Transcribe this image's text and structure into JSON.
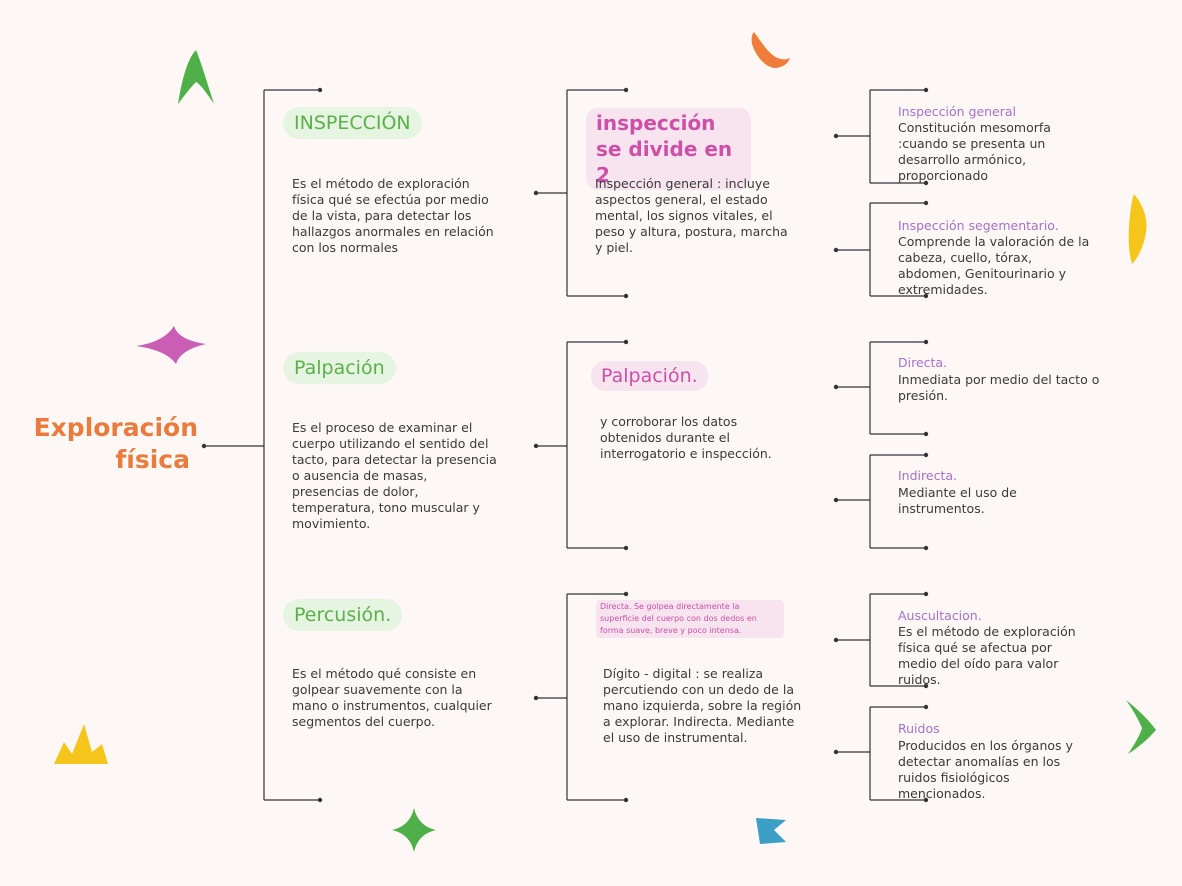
{
  "main_topic": {
    "line1": "Exploración",
    "line2": "física"
  },
  "branches": [
    {
      "label": "INSPECCIÓN",
      "description": "Es el método de exploración física qué se efectúa por medio de la vista, para detectar los hallazgos anormales en relación con los normales",
      "sub_heading": "inspección se divide en 2",
      "sub_text": "Inspección general : incluye aspectos general, el estado mental, los signos vitales, el peso y altura, postura, marcha y piel.",
      "leaves": [
        {
          "title": "Inspección general",
          "text": "Constitución mesomorfa :cuando se presenta un desarrollo armónico, proporcionado"
        },
        {
          "title": "Inspección segementario.",
          "text": "Comprende la valoración de la cabeza, cuello, tórax, abdomen, Genitourinario y extremidades."
        }
      ]
    },
    {
      "label": "Palpación",
      "description": "Es el proceso de examinar el cuerpo utilizando el sentido del tacto, para detectar la presencia o ausencia de masas, presencias de dolor, temperatura, tono muscular y movimiento.",
      "sub_heading": "Palpación.",
      "sub_text": "y corroborar los datos obtenidos durante el interrogatorio e inspección.",
      "leaves": [
        {
          "title": "Directa.",
          "text": "Inmediata por medio del tacto o presión."
        },
        {
          "title": "Indirecta.",
          "text": "Mediante el uso de instrumentos."
        }
      ]
    },
    {
      "label": "Percusión.",
      "description": "Es el método qué consiste en golpear suavemente con la mano o instrumentos, cualquier segmentos del cuerpo.",
      "sub_note": "Directa. Se golpea directamente la superficie del cuerpo con dos dedos en forma suave, breve y poco intensa.",
      "sub_text": "Dígito - digital : se realiza percutiendo con un dedo de la mano izquierda, sobre la región a explorar. Indirecta. Mediante el uso de instrumental.",
      "leaves": [
        {
          "title": "Auscultacion.",
          "text": "Es el método de exploración física qué se afectua por medio del oído para valor ruidos."
        },
        {
          "title": "Ruidos",
          "text": "Producidos en los órganos y detectar anomalías en los ruidos fisiológicos mencionados."
        }
      ]
    }
  ],
  "colors": {
    "background": "#fdf8f6",
    "title_orange": "#ea7b3d",
    "branch_green": "#5bb04a",
    "branch_green_bg": "#e6f4e2",
    "accent_pink": "#cc4fa8",
    "accent_pink_bg": "#f7e4ef",
    "leaf_purple": "#a870c8",
    "line": "#333333"
  },
  "decorations": [
    "green-spike-shape",
    "orange-boomerang-shape",
    "yellow-crescent-shape",
    "pink-sparkle-shape",
    "yellow-crown-shape",
    "green-sparkle-shape",
    "blue-flag-shape",
    "green-chevron-shape"
  ]
}
